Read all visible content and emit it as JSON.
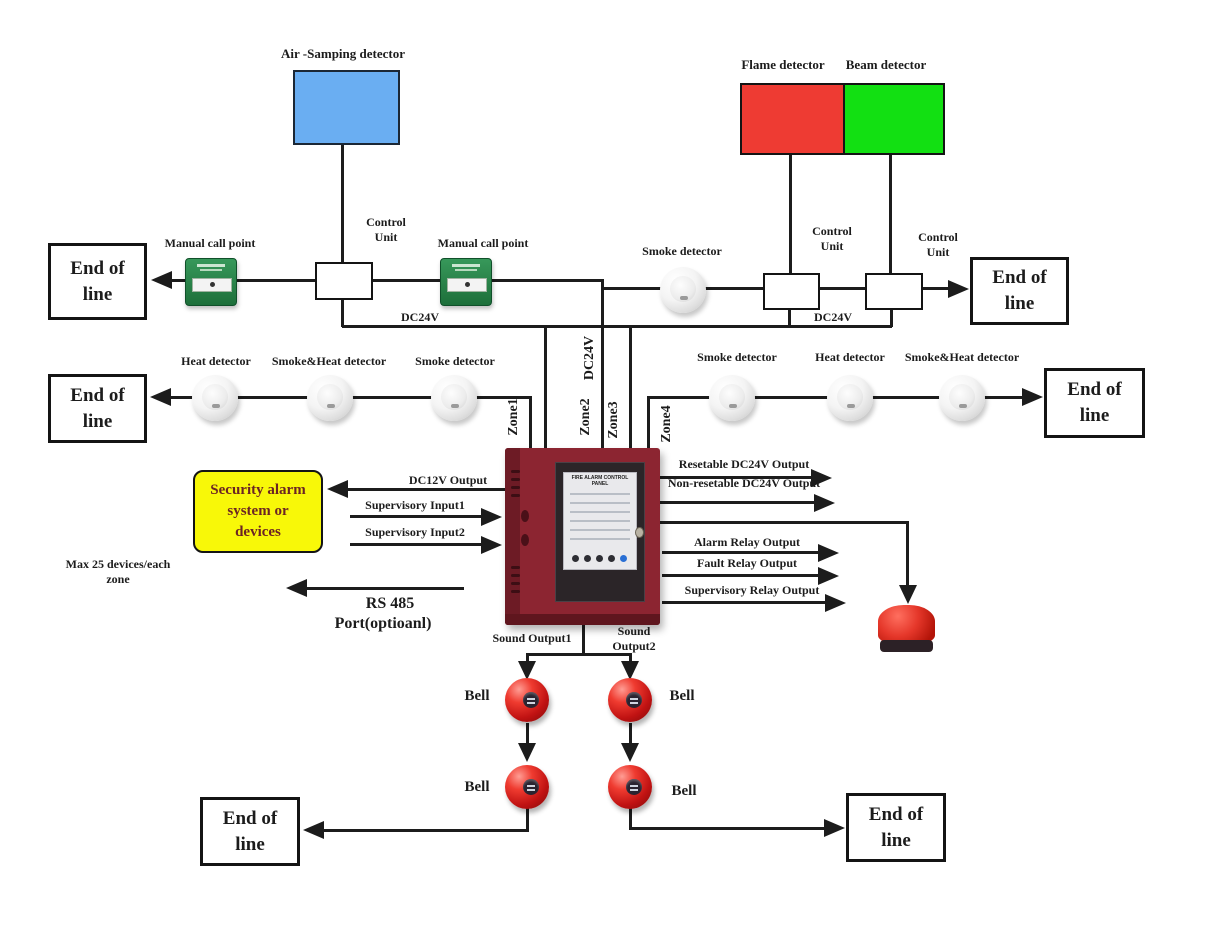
{
  "labels": {
    "air_sampling": "Air -Samping detector",
    "flame": "Flame detector",
    "beam": "Beam detector",
    "manual_call_point": "Manual call point",
    "control_unit": "Control Unit",
    "smoke_detector": "Smoke detector",
    "heat_detector": "Heat detector",
    "smoke_heat_detector": "Smoke&Heat detector",
    "end_of_line": "End of line",
    "dc24v": "DC24V",
    "zone1": "Zone1",
    "zone2": "Zone2",
    "zone3": "Zone3",
    "zone4": "Zone4",
    "security_box": "Security alarm system or devices",
    "dc12v_output": "DC12V Output",
    "supervisory_input1": "Supervisory Input1",
    "supervisory_input2": "Supervisory Input2",
    "max_devices": "Max 25 devices/each zone",
    "rs485_line1": "RS 485",
    "rs485_line2": "Port(optioanl)",
    "resetable_output": "Resetable DC24V Output",
    "non_resetable_output": "Non-resetable DC24V Output",
    "alarm_relay": "Alarm Relay Output",
    "fault_relay": "Fault Relay Output",
    "supervisory_relay": "Supervisory Relay Output",
    "sound_output1": "Sound Output1",
    "sound_output2": "Sound Output2",
    "bell": "Bell",
    "panel_face": "FIRE ALARM CONTROL PANEL"
  },
  "colors": {
    "wire": "#1c1c1c",
    "air_sampling_fill": "#6aaef2",
    "flame_fill": "#ee3b33",
    "beam_fill": "#12e012",
    "security_fill": "#f8f808",
    "panel_red": "#8c2531",
    "bell_red": "#c01212",
    "beacon_red": "#d92b22"
  }
}
